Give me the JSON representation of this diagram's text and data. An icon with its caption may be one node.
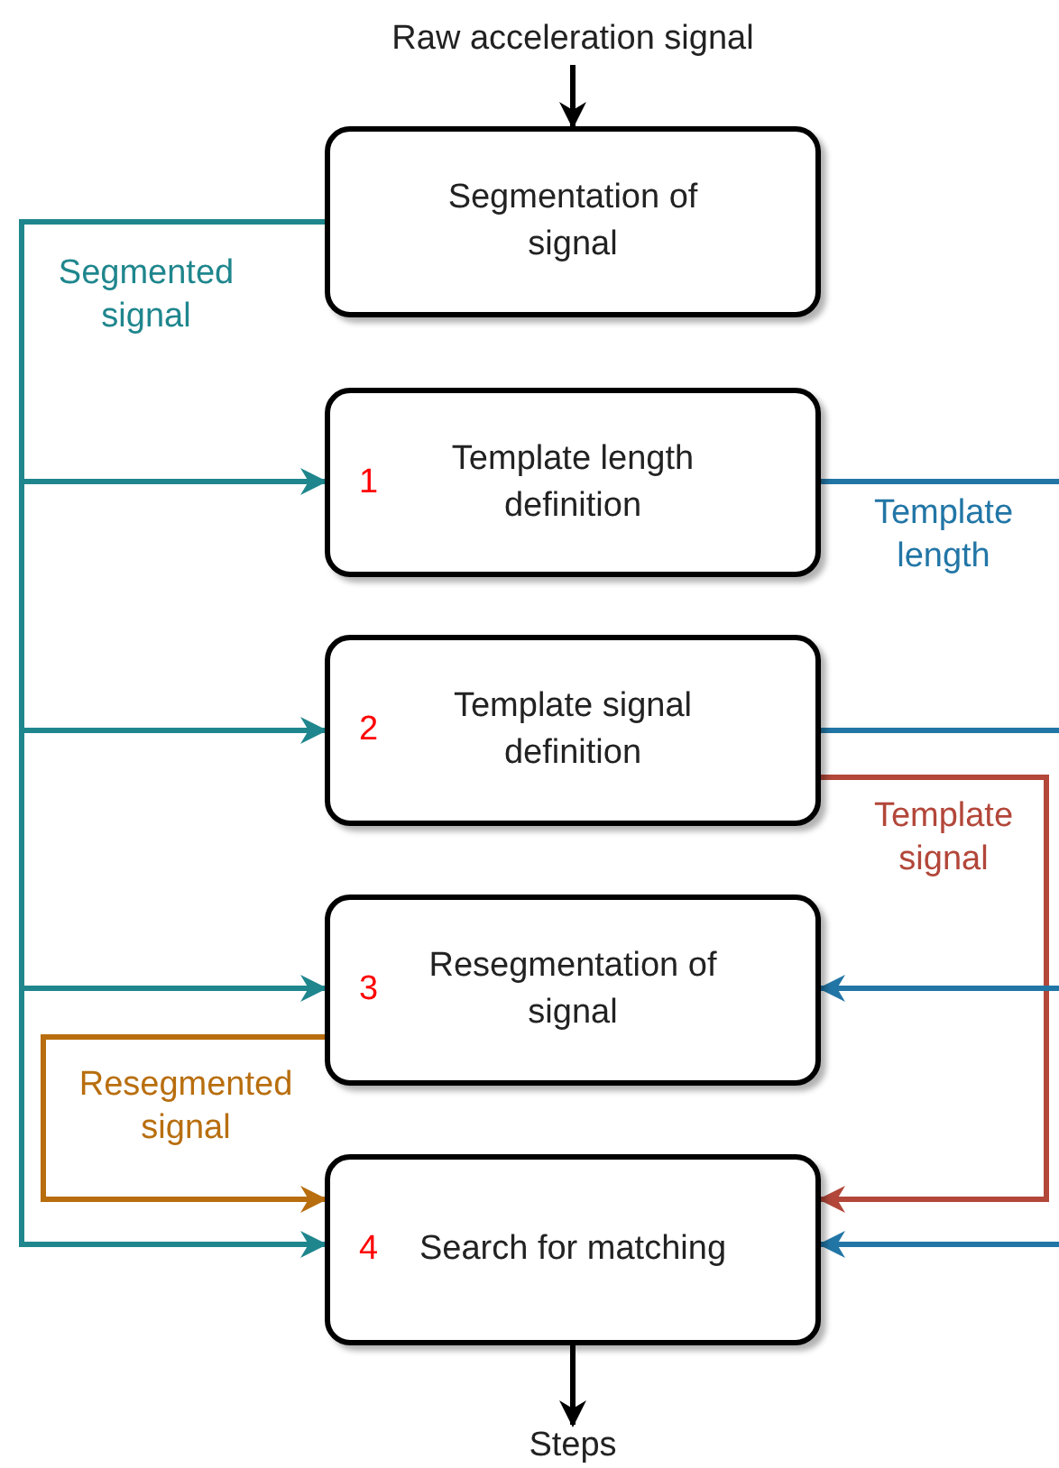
{
  "diagram": {
    "nodes": [
      {
        "text": [
          "Raw acceleration signal"
        ]
      },
      {
        "text": [
          "Segmentation of signal"
        ]
      },
      {
        "text": [
          "1",
          "Template length definition"
        ]
      },
      {
        "text": [
          "2",
          "Template signal definition"
        ]
      },
      {
        "text": [
          "3",
          "Resegmentation of signal"
        ]
      },
      {
        "text": [
          "4",
          "Search for matching"
        ]
      },
      {
        "text": [
          "Steps"
        ]
      }
    ],
    "edges": [
      {
        "from": 0,
        "to": 1,
        "arrow": "to",
        "color": "#000000"
      },
      {
        "from": 1,
        "to": 2,
        "arrow": "to",
        "label": "Segmented signal",
        "color": "#1f868d"
      },
      {
        "from": 1,
        "to": 3,
        "arrow": "to",
        "color": "#1f868d"
      },
      {
        "from": 1,
        "to": 4,
        "arrow": "to",
        "color": "#1f868d"
      },
      {
        "from": 1,
        "to": 5,
        "arrow": "to",
        "color": "#1f868d"
      },
      {
        "from": 4,
        "to": 5,
        "arrow": "to",
        "label": "Resegmented signal",
        "color": "#b86e0e"
      },
      {
        "from": 3,
        "to": 5,
        "arrow": "to",
        "label": "Template signal",
        "color": "#b2473a"
      },
      {
        "from": 2,
        "to": null,
        "arrow": "none",
        "label": "Template length",
        "color": "#2276a6"
      },
      {
        "from": 3,
        "to": null,
        "arrow": "none",
        "color": "#2276a6"
      },
      {
        "from": null,
        "to": 4,
        "arrow": "to",
        "color": "#2276a6"
      },
      {
        "from": null,
        "to": 5,
        "arrow": "to",
        "color": "#2276a6"
      },
      {
        "from": 5,
        "to": 6,
        "arrow": "to",
        "color": "#000000"
      }
    ]
  }
}
